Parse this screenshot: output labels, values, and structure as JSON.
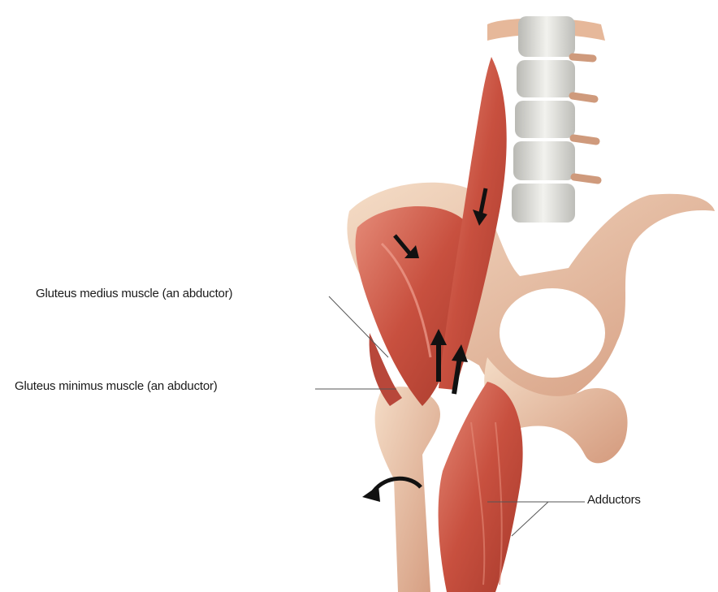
{
  "labels": {
    "gluteus_medius": "Gluteus medius muscle (an abductor)",
    "gluteus_minimus": "Gluteus minimus muscle (an abductor)",
    "adductors": "Adductors"
  },
  "colors": {
    "muscle": "#c8503f",
    "muscle_light": "#e0826f",
    "bone": "#e9c3a4",
    "bone_shade": "#cf9a7c",
    "vertebra": "#dcdcd8",
    "arrow": "#111111"
  }
}
